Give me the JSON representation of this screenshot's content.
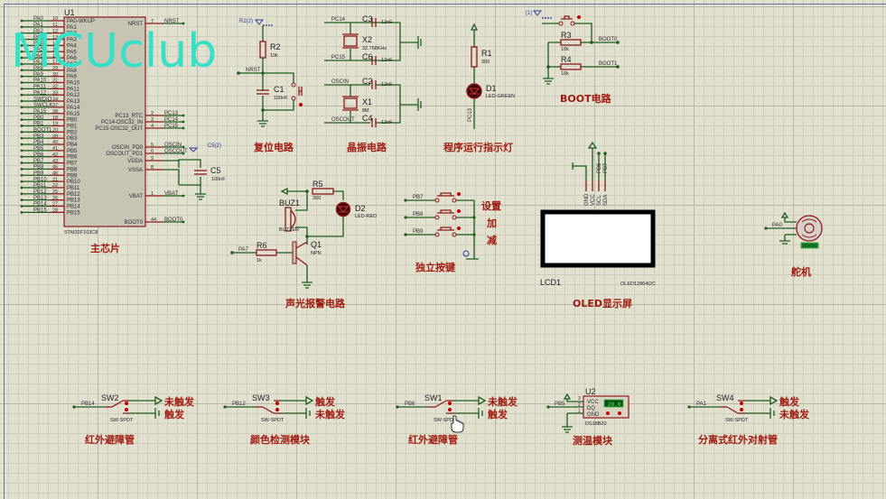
{
  "watermark": "MCUclub",
  "mcu": {
    "ref": "U1",
    "part": "STM32F103C8",
    "title": "主芯片",
    "left_pins": [
      {
        "net": "PA0",
        "num": "10",
        "name": "PA0-WKUP"
      },
      {
        "net": "PA1",
        "num": "11",
        "name": "PA1"
      },
      {
        "net": "PA2",
        "num": "12",
        "name": "PA2"
      },
      {
        "net": "PA3",
        "num": "13",
        "name": "PA3"
      },
      {
        "net": "PA4",
        "num": "14",
        "name": "PA4"
      },
      {
        "net": "PA5",
        "num": "15",
        "name": "PA5"
      },
      {
        "net": "PA6",
        "num": "16",
        "name": "PA6"
      },
      {
        "net": "PA7",
        "num": "17",
        "name": "PA7"
      },
      {
        "net": "PA8",
        "num": "29",
        "name": "PA8"
      },
      {
        "net": "PA9",
        "num": "30",
        "name": "PA9"
      },
      {
        "net": "PA10",
        "num": "31",
        "name": "PA10"
      },
      {
        "net": "PA11",
        "num": "32",
        "name": "PA11"
      },
      {
        "net": "PA12",
        "num": "33",
        "name": "PA12"
      },
      {
        "net": "SWDIO",
        "num": "34",
        "name": "PA13"
      },
      {
        "net": "SWCLK",
        "num": "37",
        "name": "PA14"
      },
      {
        "net": "PA15",
        "num": "38",
        "name": "PA15"
      },
      {
        "net": "PB0",
        "num": "18",
        "name": "PB0"
      },
      {
        "net": "PB1",
        "num": "19",
        "name": "PB1"
      },
      {
        "net": "BOOT1",
        "num": "20",
        "name": "PB2"
      },
      {
        "net": "PB3",
        "num": "39",
        "name": "PB3"
      },
      {
        "net": "PB4",
        "num": "40",
        "name": "PB4"
      },
      {
        "net": "PB5",
        "num": "41",
        "name": "PB5"
      },
      {
        "net": "PB6",
        "num": "42",
        "name": "PB6"
      },
      {
        "net": "PB7",
        "num": "43",
        "name": "PB7"
      },
      {
        "net": "PB8",
        "num": "45",
        "name": "PB8"
      },
      {
        "net": "PB9",
        "num": "46",
        "name": "PB9"
      },
      {
        "net": "PB10",
        "num": "21",
        "name": "PB10"
      },
      {
        "net": "PB11",
        "num": "22",
        "name": "PB11"
      },
      {
        "net": "PB12",
        "num": "25",
        "name": "PB12"
      },
      {
        "net": "PB13",
        "num": "26",
        "name": "PB13"
      },
      {
        "net": "PB14",
        "num": "27",
        "name": "PB14"
      },
      {
        "net": "PB15",
        "num": "28",
        "name": "PB15"
      }
    ],
    "right_pins": [
      {
        "name": "NRST",
        "num": "7",
        "net": "NRST"
      },
      {
        "name": "PC13_RTC",
        "num": "2",
        "net": "PC13"
      },
      {
        "name": "PC14-OSC32_IN",
        "num": "3",
        "net": "PC14"
      },
      {
        "name": "PC15-OSC32_OUT",
        "num": "4",
        "net": "PC15"
      },
      {
        "name": "OSCIN_PD0",
        "num": "5",
        "net": "OSCIN"
      },
      {
        "name": "OSCOUT_PD1",
        "num": "6",
        "net": "OSCOUT"
      },
      {
        "name": "VDDA",
        "num": "9",
        "net": ""
      },
      {
        "name": "VSSA",
        "num": "8",
        "net": ""
      },
      {
        "name": "VBAT",
        "num": "1",
        "net": "VBAT"
      },
      {
        "name": "BOOT0",
        "num": "44",
        "net": "BOOT0"
      }
    ],
    "c5": {
      "ref": "C5",
      "value": "100nF",
      "probe": "C5(2)"
    }
  },
  "reset": {
    "title": "复位电路",
    "probe": "R2(2)",
    "r2": {
      "ref": "R2",
      "value": "10k"
    },
    "c1": {
      "ref": "C1",
      "value": "100nF"
    },
    "net": "NRST"
  },
  "crystal": {
    "title": "晶振电路",
    "x2": {
      "ref": "X2",
      "value": "32.768KHz"
    },
    "x1": {
      "ref": "X1",
      "value": "8M"
    },
    "c3": {
      "ref": "C3",
      "value": "12nF"
    },
    "c6": {
      "ref": "C6",
      "value": "12nF"
    },
    "c2": {
      "ref": "C2",
      "value": "12nF"
    },
    "c4": {
      "ref": "C4",
      "value": "12nF"
    },
    "nets": {
      "pc14": "PC14",
      "pc15": "PC15",
      "oscin": "OSCIN",
      "oscout": "OSCOUT"
    }
  },
  "led": {
    "title": "程序运行指示灯",
    "r1": {
      "ref": "R1",
      "value": "300"
    },
    "d1": {
      "ref": "D1",
      "value": "LED-GREEN"
    },
    "net": "PC13"
  },
  "boot": {
    "title": "BOOT电路",
    "probe": "(1)",
    "r3": {
      "ref": "R3",
      "value": "10k"
    },
    "r4": {
      "ref": "R4",
      "value": "10k"
    },
    "net0": "BOOT0",
    "net1": "BOOT1"
  },
  "alarm": {
    "title": "声光报警电路",
    "buz": {
      "ref": "BUZ1",
      "value": "BUZZER"
    },
    "r5": {
      "ref": "R5",
      "value": "300"
    },
    "d2": {
      "ref": "D2",
      "value": "LED-RED"
    },
    "r6": {
      "ref": "R6",
      "value": "1k"
    },
    "q1": {
      "ref": "Q1",
      "value": "NPN"
    },
    "net": "PA7"
  },
  "keys": {
    "title": "独立按键",
    "items": [
      {
        "net": "PB7",
        "label": "设置"
      },
      {
        "net": "PB8",
        "label": "加"
      },
      {
        "net": "PB9",
        "label": "减"
      }
    ]
  },
  "oled": {
    "title": "OLED显示屏",
    "ref": "LCD1",
    "part": "OLED12864I2C",
    "pins": [
      "GND",
      "VCC",
      "SCL",
      "SDA"
    ],
    "nets": [
      "PB6",
      "PB7"
    ]
  },
  "servo": {
    "title": "舵机",
    "net": "PA0"
  },
  "sensors": [
    {
      "ref": "SW2",
      "part": "SW-SPDT",
      "net": "PB14",
      "top": "未触发",
      "bottom": "触发",
      "title": "红外避障管"
    },
    {
      "ref": "SW3",
      "part": "SW-SPDT",
      "net": "PB12",
      "top": "触发",
      "bottom": "未触发",
      "title": "颜色检测模块"
    },
    {
      "ref": "SW1",
      "part": "SW-SPDT",
      "net": "PB6",
      "top": "未触发",
      "bottom": "触发",
      "title": "红外避障管"
    },
    {
      "ref": "SW4",
      "part": "SW-SPDT",
      "net": "PA1",
      "top": "触发",
      "bottom": "未触发",
      "title": "分离式红外对射管"
    }
  ],
  "temp": {
    "ref": "U2",
    "part": "DS18B20",
    "title": "测温模块",
    "net": "PB5",
    "pins": [
      {
        "num": "3",
        "name": "VCC"
      },
      {
        "num": "2",
        "name": "DQ"
      },
      {
        "num": "1",
        "name": "GND"
      }
    ],
    "reading": "28.0"
  }
}
